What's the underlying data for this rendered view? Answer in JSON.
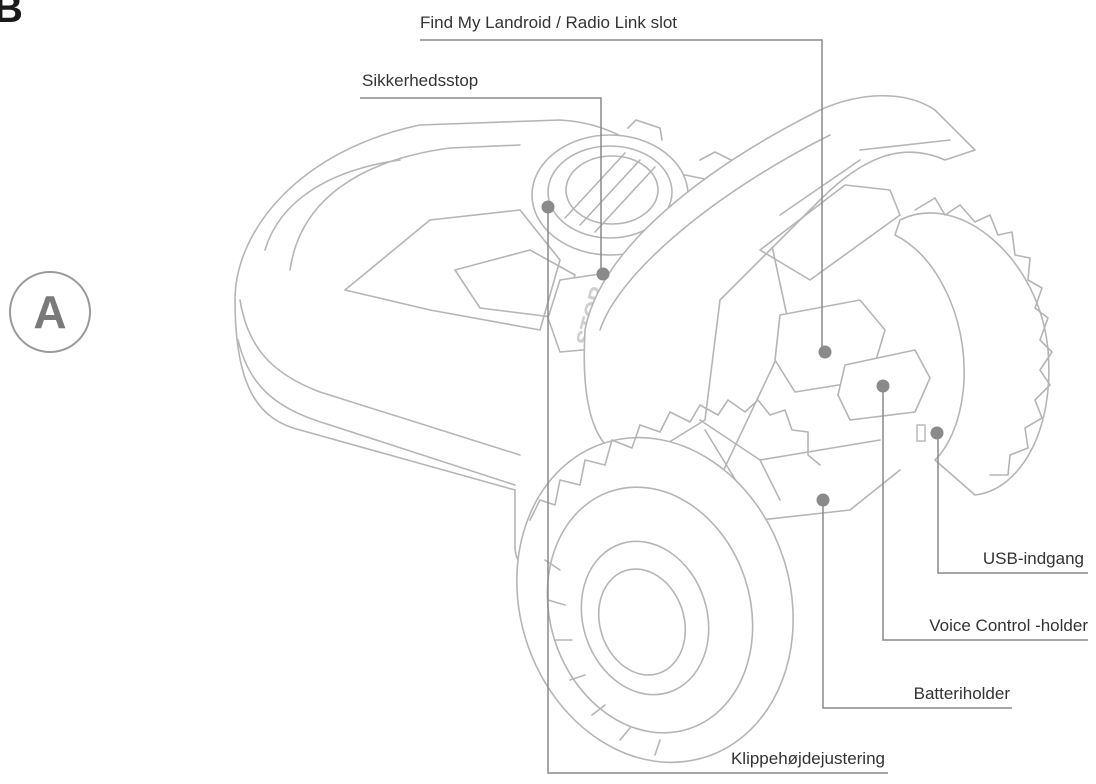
{
  "section_letter": "B",
  "badge_letter": "A",
  "colors": {
    "line": "#b5b5b5",
    "leader": "#8a8a8a",
    "text": "#333333"
  },
  "callouts": {
    "find_my": "Find My Landroid / Radio Link slot",
    "safety_stop": "Sikkerhedsstop",
    "usb": "USB-indgang",
    "voice": "Voice Control -holder",
    "battery": "Batteriholder",
    "height": "Klippehøjdejustering"
  },
  "mower": {
    "stop_label": "STOP"
  }
}
